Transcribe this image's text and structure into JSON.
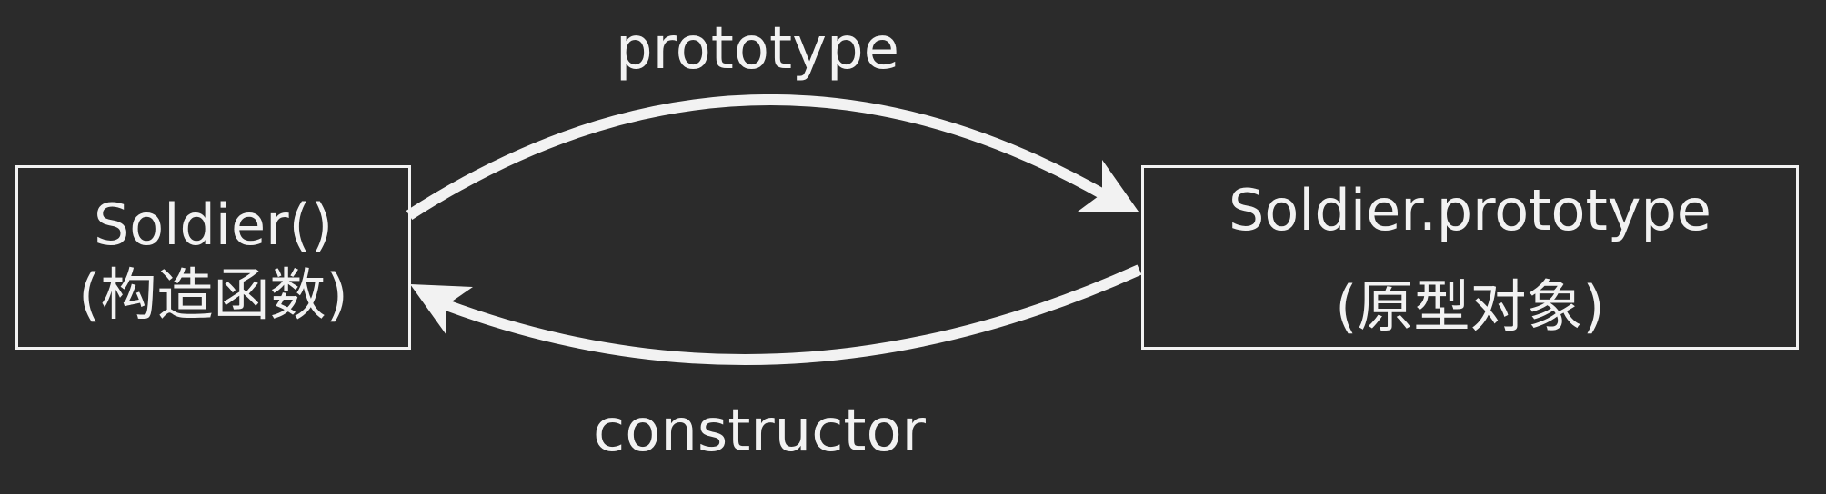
{
  "colors": {
    "background": "#2b2b2b",
    "foreground": "#f2f2f2"
  },
  "nodes": {
    "constructor_fn": {
      "line1": "Soldier()",
      "line2": "(构造函数)"
    },
    "prototype_obj": {
      "line1": "Soldier.prototype",
      "line2": "(原型对象)"
    }
  },
  "edges": {
    "prototype": {
      "label": "prototype",
      "from": "Soldier()",
      "to": "Soldier.prototype"
    },
    "constructor": {
      "label": "constructor",
      "from": "Soldier.prototype",
      "to": "Soldier()"
    }
  }
}
